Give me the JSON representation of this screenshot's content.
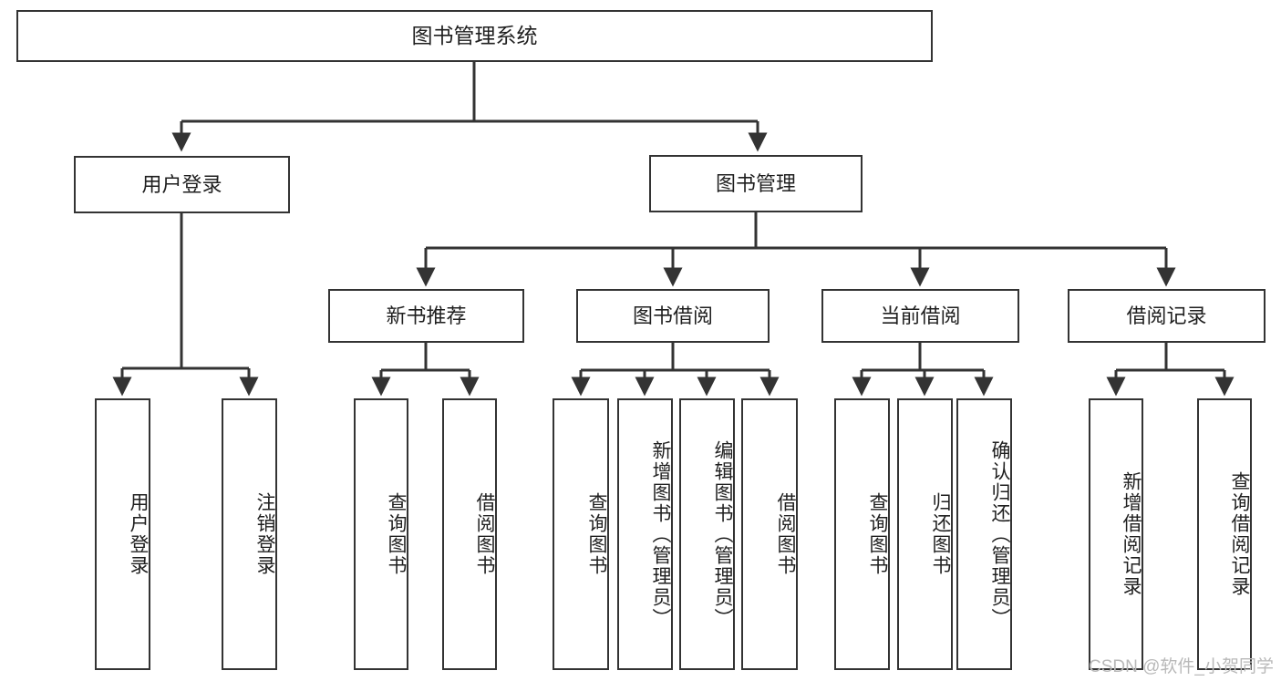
{
  "diagram": {
    "title": "图书管理系统",
    "type": "tree-hierarchy-chart",
    "watermark": "CSDN @软件_小贺同学",
    "colors": {
      "box_border": "#333333",
      "box_fill": "#ffffff",
      "edge": "#333333",
      "text": "#1f1f1f",
      "watermark": "#b9b9b9",
      "background": "#ffffff"
    }
  },
  "nodes": {
    "root": {
      "label": "图书管理系统"
    },
    "level2": [
      {
        "id": "user-login",
        "label": "用户登录"
      },
      {
        "id": "book-management",
        "label": "图书管理"
      }
    ],
    "level3": [
      {
        "id": "new-book-recommend",
        "label": "新书推荐"
      },
      {
        "id": "book-borrow",
        "label": "图书借阅"
      },
      {
        "id": "current-borrow",
        "label": "当前借阅"
      },
      {
        "id": "borrow-record",
        "label": "借阅记录"
      }
    ],
    "leaves": {
      "user_login": [
        {
          "id": "leaf-user-login",
          "label": "用户登录"
        },
        {
          "id": "leaf-logout-login",
          "label": "注销登录"
        }
      ],
      "new_book_recommend": [
        {
          "id": "leaf-query-book-1",
          "label": "查询图书"
        },
        {
          "id": "leaf-borrow-book-1",
          "label": "借阅图书"
        }
      ],
      "book_borrow": [
        {
          "id": "leaf-query-book-2",
          "label": "查询图书"
        },
        {
          "id": "leaf-add-book",
          "label": "新增图书（管理员）"
        },
        {
          "id": "leaf-edit-book",
          "label": "编辑图书（管理员）"
        },
        {
          "id": "leaf-borrow-book-2",
          "label": "借阅图书"
        }
      ],
      "current_borrow": [
        {
          "id": "leaf-query-book-3",
          "label": "查询图书"
        },
        {
          "id": "leaf-return-book",
          "label": "归还图书"
        },
        {
          "id": "leaf-confirm-return",
          "label": "确认归还（管理员）"
        }
      ],
      "borrow_record": [
        {
          "id": "leaf-add-record",
          "label": "新增借阅记录"
        },
        {
          "id": "leaf-query-record",
          "label": "查询借阅记录"
        }
      ]
    }
  }
}
